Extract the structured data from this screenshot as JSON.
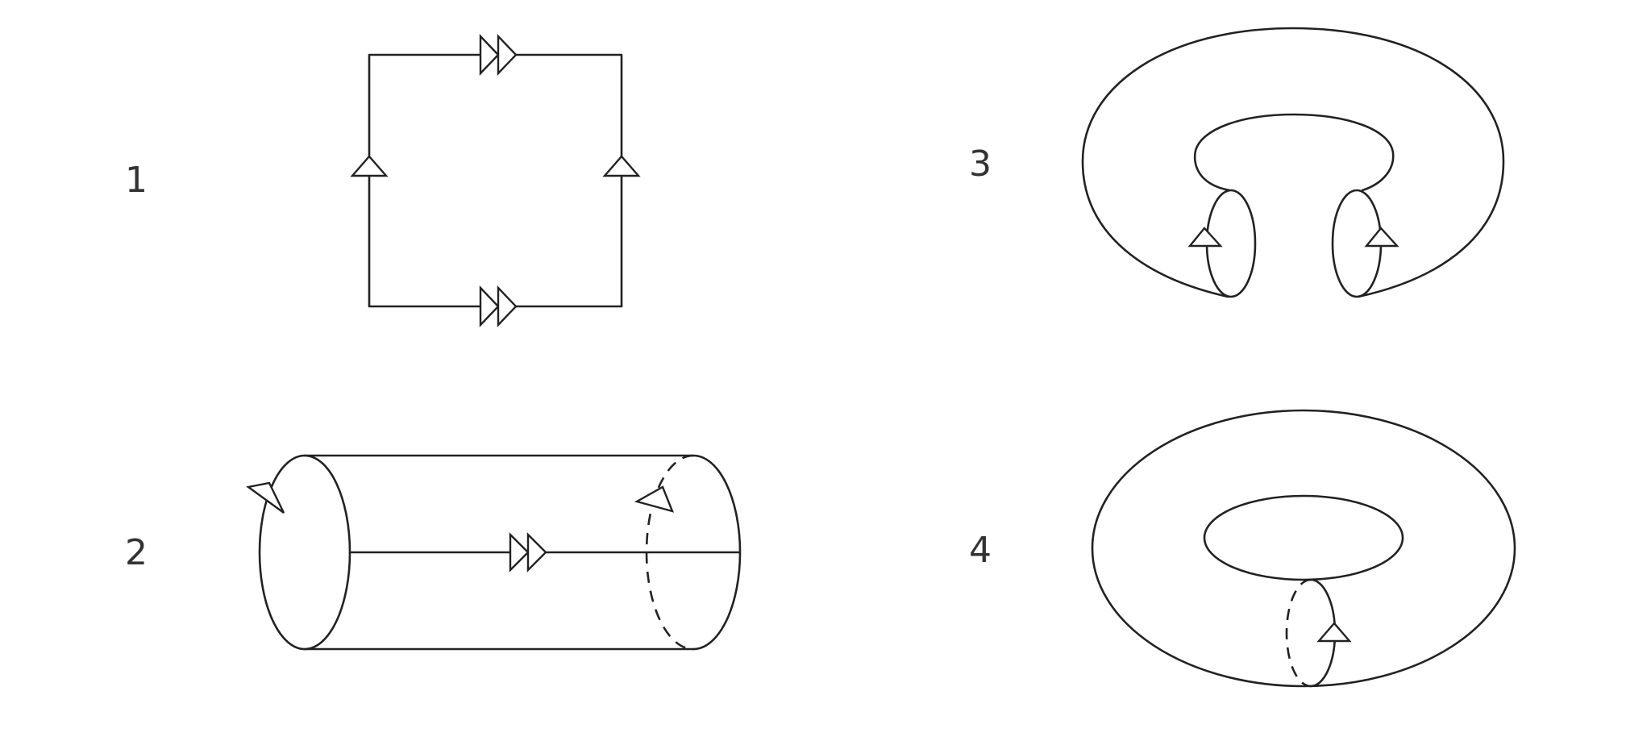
{
  "steps": [
    {
      "label": "1"
    },
    {
      "label": "2"
    },
    {
      "label": "3"
    },
    {
      "label": "4"
    }
  ],
  "colors": {
    "stroke": "#222222",
    "background": "#ffffff",
    "label": "#333333"
  }
}
